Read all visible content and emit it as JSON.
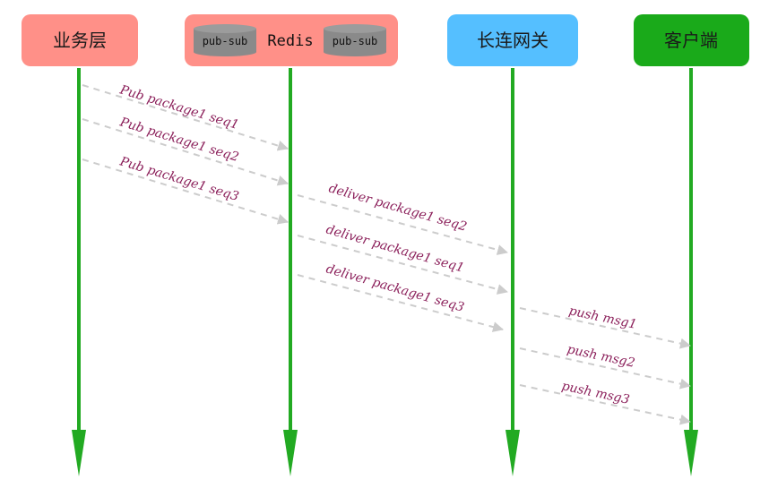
{
  "actors": [
    {
      "label": "业务层",
      "color": "#ff9088"
    },
    {
      "label": "Redis",
      "color": "#ff9088",
      "pubsub_labels": [
        "pub-sub",
        "pub-sub"
      ],
      "pubsub_color": "#8a8a8a"
    },
    {
      "label": "长连网关",
      "color": "#55bfff"
    },
    {
      "label": "客户端",
      "color": "#1aaa1a"
    }
  ],
  "lifeline_color": "#22aa22",
  "arrow_color": "#cccccc",
  "messages": [
    {
      "text": "Pub package1 seq1",
      "from": 0,
      "to": 1
    },
    {
      "text": "Pub package1 seq2",
      "from": 0,
      "to": 1
    },
    {
      "text": "Pub package1 seq3",
      "from": 0,
      "to": 1
    },
    {
      "text": "deliver package1 seq2",
      "from": 1,
      "to": 2
    },
    {
      "text": "deliver package1 seq1",
      "from": 1,
      "to": 2
    },
    {
      "text": "deliver package1 seq3",
      "from": 1,
      "to": 2
    },
    {
      "text": "push msg1",
      "from": 2,
      "to": 3
    },
    {
      "text": "push msg2",
      "from": 2,
      "to": 3
    },
    {
      "text": "push msg3",
      "from": 2,
      "to": 3
    }
  ]
}
